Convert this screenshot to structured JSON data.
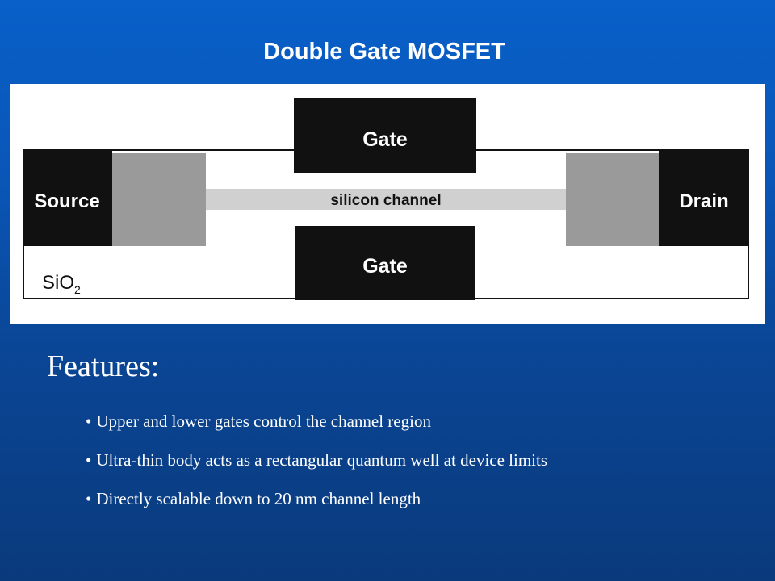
{
  "title": "Double Gate MOSFET",
  "diagram": {
    "gate_top": "Gate",
    "gate_bottom": "Gate",
    "source": "Source",
    "drain": "Drain",
    "channel": "silicon channel",
    "oxide": "SiO",
    "oxide_subscript": "2"
  },
  "features": {
    "heading": "Features:",
    "items": [
      "Upper and lower gates control the channel region",
      "Ultra-thin body acts as a rectangular quantum well at device limits",
      "Directly scalable down to 20 nm channel length"
    ]
  },
  "colors": {
    "background_top": "#0860c8",
    "background_bottom": "#0a3a7c",
    "block_dark": "#111111",
    "block_gray": "#9a9a9a",
    "channel_gray": "#d0d0d0"
  }
}
